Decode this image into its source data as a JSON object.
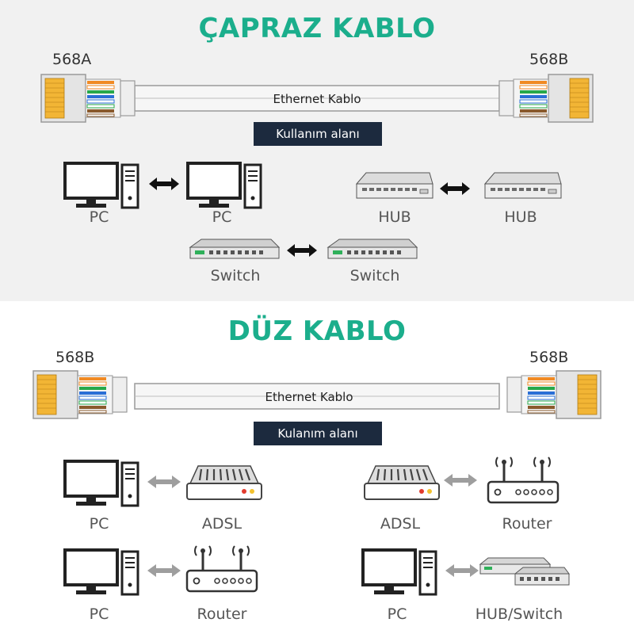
{
  "colors": {
    "heading": "#1bae8c",
    "usage_bg": "#1c2a3e",
    "top_bg": "#f1f1f1",
    "bottom_bg": "#ffffff",
    "plug_contacts": "#f2b535"
  },
  "crossover": {
    "title": "ÇAPRAZ KABLO",
    "left_standard": "568A",
    "right_standard": "568B",
    "cable_label": "Ethernet Kablo",
    "usage_label": "Kullanım alanı",
    "pairs": [
      {
        "left": "PC",
        "right": "PC"
      },
      {
        "left": "HUB",
        "right": "HUB"
      },
      {
        "left": "Switch",
        "right": "Switch"
      }
    ]
  },
  "straight": {
    "title": "DÜZ KABLO",
    "left_standard": "568B",
    "right_standard": "568B",
    "cable_label": "Ethernet Kablo",
    "usage_label": "Kulanım alanı",
    "pairs": [
      {
        "left": "PC",
        "right": "ADSL"
      },
      {
        "left": "ADSL",
        "right": "Router"
      },
      {
        "left": "PC",
        "right": "Router"
      },
      {
        "left": "PC",
        "right": "HUB/Switch"
      }
    ]
  }
}
